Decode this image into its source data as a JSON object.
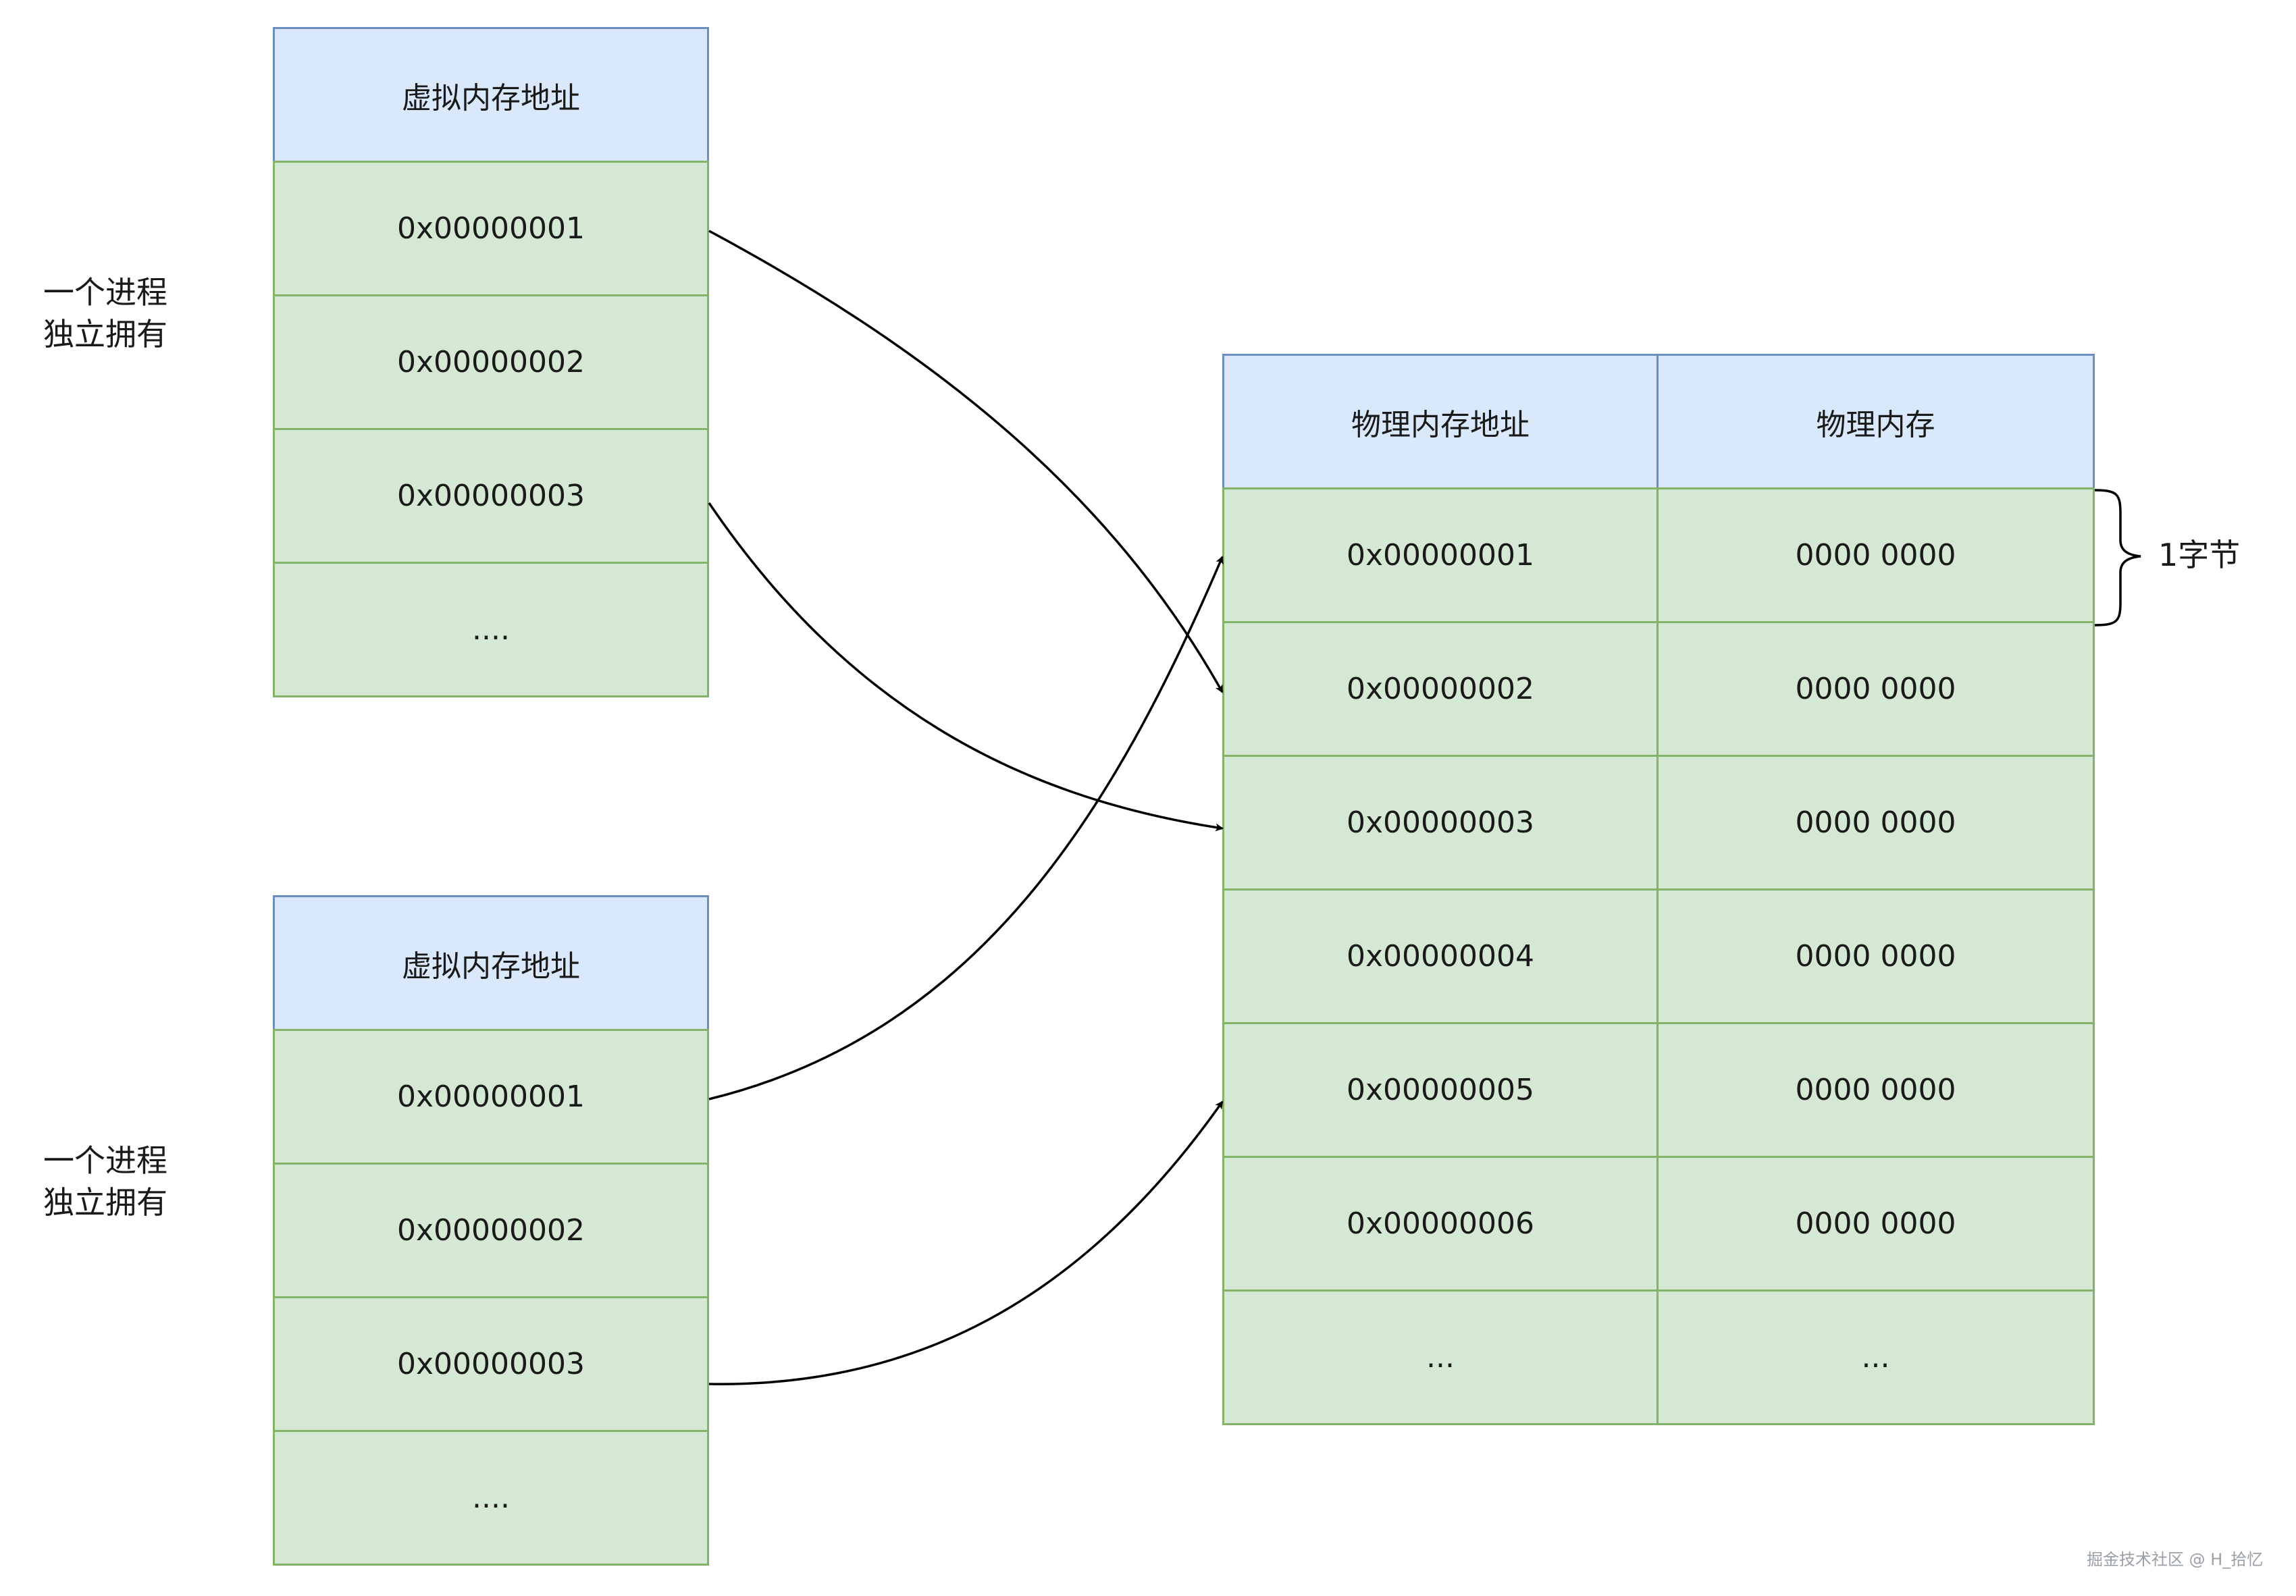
{
  "virtual_tables": [
    {
      "header": "虚拟内存地址",
      "rows": [
        "0x00000001",
        "0x00000002",
        "0x00000003",
        "...."
      ],
      "process_label": "一个进程\n独立拥有"
    },
    {
      "header": "虚拟内存地址",
      "rows": [
        "0x00000001",
        "0x00000002",
        "0x00000003",
        "...."
      ],
      "process_label": "一个进程\n独立拥有"
    }
  ],
  "physical_table": {
    "headers": [
      "物理内存地址",
      "物理内存"
    ],
    "rows": [
      [
        "0x00000001",
        "0000 0000"
      ],
      [
        "0x00000002",
        "0000 0000"
      ],
      [
        "0x00000003",
        "0000 0000"
      ],
      [
        "0x00000004",
        "0000 0000"
      ],
      [
        "0x00000005",
        "0000 0000"
      ],
      [
        "0x00000006",
        "0000 0000"
      ],
      [
        "...",
        "..."
      ]
    ]
  },
  "byte_label": "1字节",
  "mappings": [
    {
      "from": "virtual-1 0x00000001",
      "to": "physical 0x00000002"
    },
    {
      "from": "virtual-1 0x00000003",
      "to": "physical 0x00000003"
    },
    {
      "from": "virtual-2 0x00000001",
      "to": "physical 0x00000001"
    },
    {
      "from": "virtual-2 0x00000003",
      "to": "physical 0x00000005"
    }
  ],
  "colors": {
    "header_fill": "#dae8fc",
    "header_stroke": "#6c8ebf",
    "cell_fill": "#d5e8d4",
    "cell_stroke": "#82b366",
    "arrow": "#000000"
  },
  "watermark": "掘金技术社区 @ H_拾忆"
}
